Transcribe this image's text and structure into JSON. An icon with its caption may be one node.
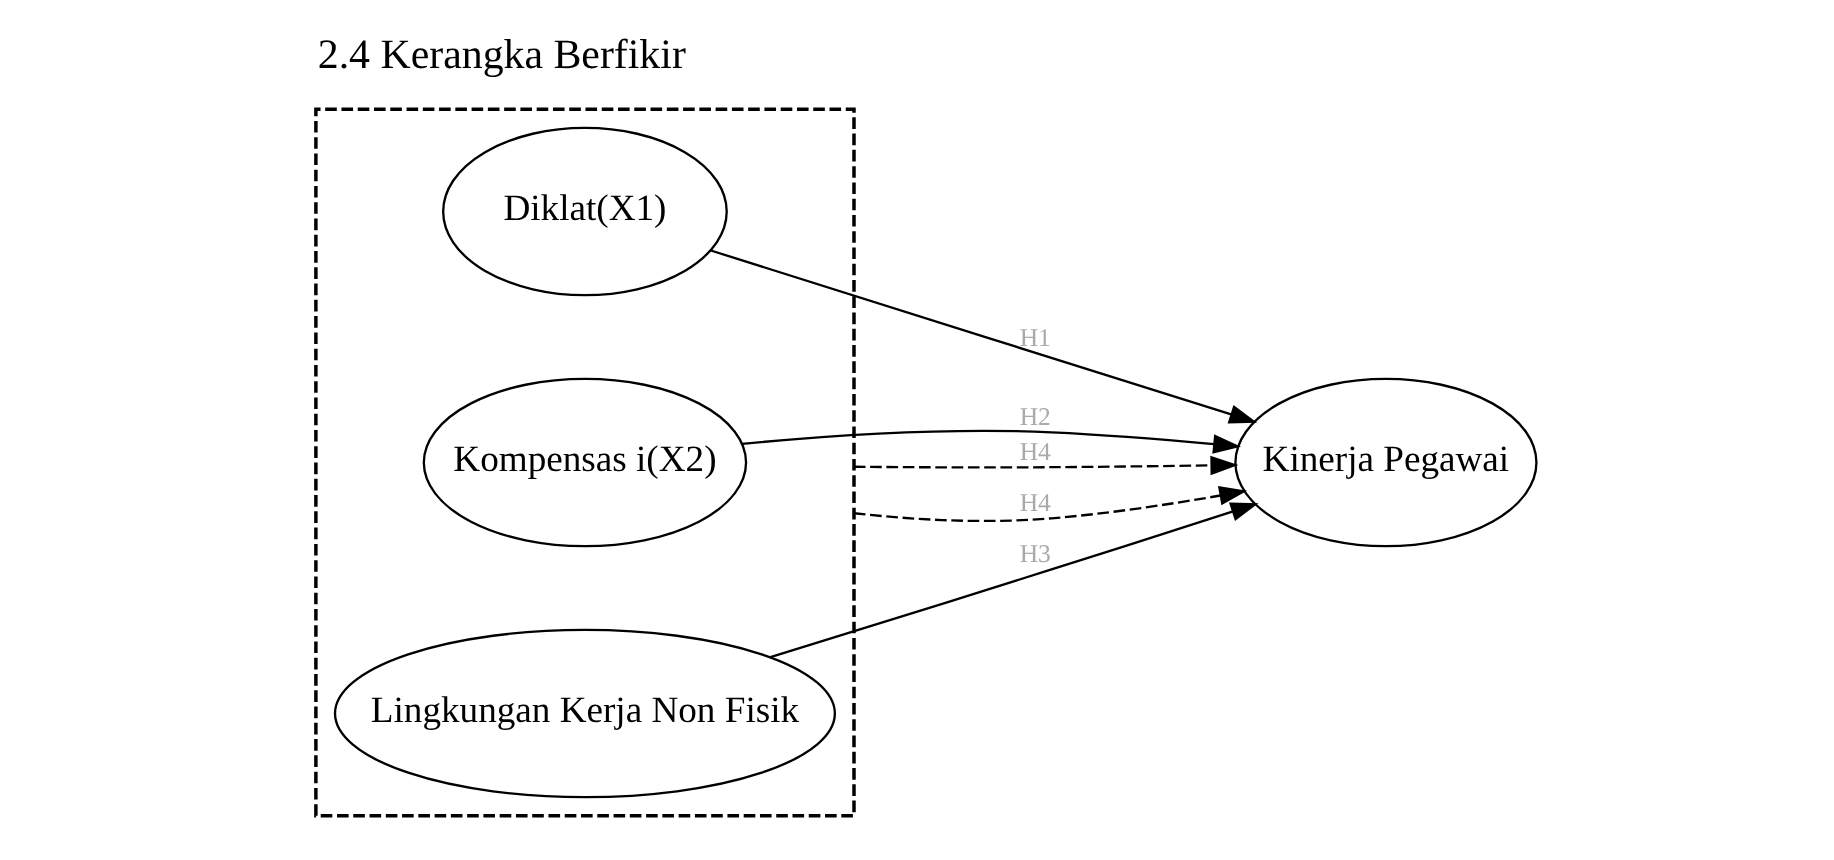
{
  "diagram": {
    "title": "2.4 Kerangka Berfikir",
    "nodes": [
      {
        "text": [],
        "shape": "box"
      },
      {
        "text": [
          "Diklat(X1)"
        ],
        "in": 0
      },
      {
        "text": [
          "Kompensas i(X2)"
        ],
        "in": 0
      },
      {
        "text": [
          "Lingkungan Kerja Non Fisik"
        ],
        "in": 0
      },
      {
        "text": [
          "Kinerja Pegawai"
        ]
      }
    ],
    "edges": [
      {
        "from": 1,
        "to": 4,
        "arrow": "to",
        "label": "H1"
      },
      {
        "from": 2,
        "to": 4,
        "arrow": "to",
        "label": "H2"
      },
      {
        "from": 3,
        "to": 4,
        "arrow": "to",
        "label": "H3"
      },
      {
        "from": 0,
        "to": 4,
        "arrow": "to",
        "label": "H4",
        "style": "dashed"
      },
      {
        "from": 0,
        "to": 4,
        "arrow": "to",
        "label": "H4",
        "style": "dashed"
      }
    ]
  }
}
